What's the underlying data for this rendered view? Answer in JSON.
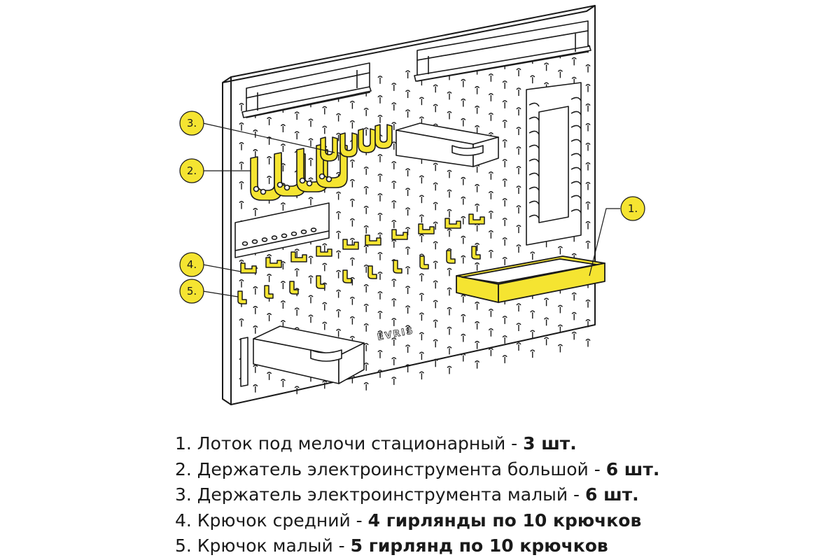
{
  "colors": {
    "accent_yellow": "#f5e431",
    "line": "#1a1a1a",
    "background": "#ffffff"
  },
  "brand": {
    "logo_text": "EVRIS"
  },
  "callouts": [
    {
      "number": "3."
    },
    {
      "number": "2."
    },
    {
      "number": "1."
    },
    {
      "number": "4."
    },
    {
      "number": "5."
    }
  ],
  "legend": [
    {
      "number": "1.",
      "text": " Лоток под мелочи стационарный - ",
      "qty": "3 шт."
    },
    {
      "number": "2.",
      "text": " Держатель электроинструмента большой - ",
      "qty": "6 шт."
    },
    {
      "number": "3.",
      "text": " Держатель электроинструмента малый - ",
      "qty": "6 шт."
    },
    {
      "number": "4.",
      "text": " Крючок средний - ",
      "qty": "4 гирлянды по 10 крючков"
    },
    {
      "number": "5.",
      "text": " Крючок малый - ",
      "qty": "5 гирлянд по 10 крючков"
    }
  ]
}
